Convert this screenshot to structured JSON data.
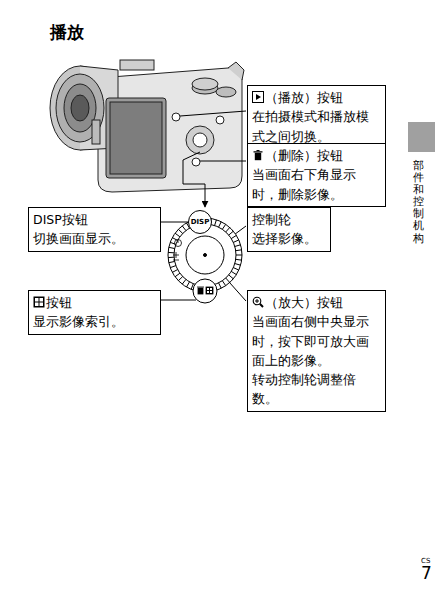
{
  "diagram": {
    "title": "播放",
    "nodes": [
      {
        "text": [
          "（播放）按钮",
          "在拍摄模式和播放模式之间切换。"
        ]
      },
      {
        "text": [
          "（删除）按钮",
          "当画面右下角显示时，删除影像。"
        ]
      },
      {
        "text": [
          "DISP按钮",
          "切换画面显示。"
        ]
      },
      {
        "text": [
          "DISP"
        ]
      },
      {
        "text": [
          "控制轮",
          "选择影像。"
        ]
      },
      {
        "text": [
          "按钮",
          "显示影像索引。"
        ]
      },
      {
        "text": [
          "（放大）按钮",
          "当画面右侧中央显示时，按下即可放大画面上的影像。",
          "转动控制轮调整倍数。"
        ]
      }
    ],
    "edges": [
      {
        "from": 2,
        "to": 3,
        "arrow": "none"
      }
    ],
    "labels": [
      "部件和控制机构",
      "CS",
      "7"
    ]
  }
}
